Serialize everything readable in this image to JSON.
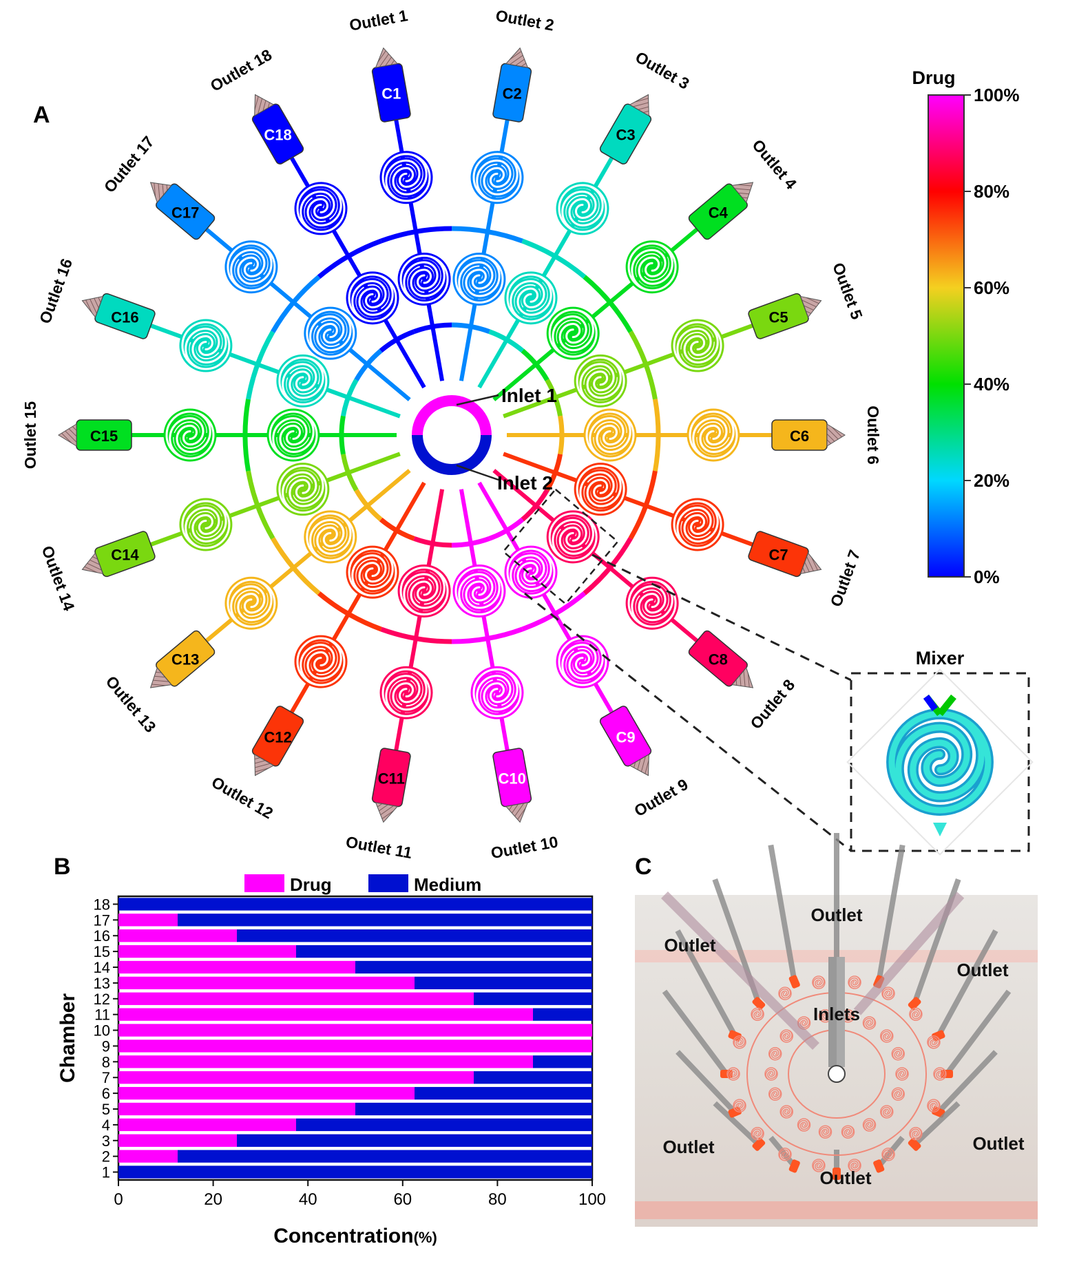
{
  "panel_labels": {
    "a": "A",
    "b": "B",
    "c": "C"
  },
  "chip": {
    "inlets": [
      "Inlet 1",
      "Inlet 2"
    ],
    "chambers": [
      {
        "id": "C1",
        "outlet": "Outlet 1",
        "drug": 0
      },
      {
        "id": "C2",
        "outlet": "Outlet 2",
        "drug": 12.5
      },
      {
        "id": "C3",
        "outlet": "Outlet 3",
        "drug": 25
      },
      {
        "id": "C4",
        "outlet": "Outlet 4",
        "drug": 37.5
      },
      {
        "id": "C5",
        "outlet": "Outlet 5",
        "drug": 50
      },
      {
        "id": "C6",
        "outlet": "Outlet 6",
        "drug": 62.5
      },
      {
        "id": "C7",
        "outlet": "Outlet 7",
        "drug": 75
      },
      {
        "id": "C8",
        "outlet": "Outlet 8",
        "drug": 87.5
      },
      {
        "id": "C9",
        "outlet": "Outlet 9",
        "drug": 100
      },
      {
        "id": "C10",
        "outlet": "Outlet 10",
        "drug": 100
      },
      {
        "id": "C11",
        "outlet": "Outlet 11",
        "drug": 87.5
      },
      {
        "id": "C12",
        "outlet": "Outlet 12",
        "drug": 75
      },
      {
        "id": "C13",
        "outlet": "Outlet 13",
        "drug": 62.5
      },
      {
        "id": "C14",
        "outlet": "Outlet 14",
        "drug": 50
      },
      {
        "id": "C15",
        "outlet": "Outlet 15",
        "drug": 37.5
      },
      {
        "id": "C16",
        "outlet": "Outlet 16",
        "drug": 25
      },
      {
        "id": "C17",
        "outlet": "Outlet 17",
        "drug": 12.5
      },
      {
        "id": "C18",
        "outlet": "Outlet 18",
        "drug": 0
      }
    ],
    "mixer_label": "Mixer"
  },
  "colorbar": {
    "title": "Drug",
    "ticks": [
      "100%",
      "80%",
      "60%",
      "40%",
      "20%",
      "0%"
    ],
    "tick_values": [
      100,
      80,
      60,
      40,
      20,
      0
    ]
  },
  "chart_data": {
    "type": "bar",
    "orientation": "horizontal",
    "stacked": true,
    "categories": [
      "1",
      "2",
      "3",
      "4",
      "5",
      "6",
      "7",
      "8",
      "9",
      "10",
      "11",
      "12",
      "13",
      "14",
      "15",
      "16",
      "17",
      "18"
    ],
    "series": [
      {
        "name": "Drug",
        "color": "#ff00ff",
        "values": [
          0,
          12.5,
          25,
          37.5,
          50,
          62.5,
          75,
          87.5,
          100,
          100,
          87.5,
          75,
          62.5,
          50,
          37.5,
          25,
          12.5,
          0
        ]
      },
      {
        "name": "Medium",
        "color": "#0010d0",
        "values": [
          100,
          87.5,
          75,
          62.5,
          50,
          37.5,
          25,
          12.5,
          0,
          0,
          12.5,
          25,
          37.5,
          50,
          62.5,
          75,
          87.5,
          100
        ]
      }
    ],
    "xlabel": "Concentration",
    "xlabel_unit": "(%)",
    "ylabel": "Chamber",
    "xlim": [
      0,
      100
    ],
    "xticks": [
      0,
      20,
      40,
      60,
      80,
      100
    ],
    "legend_position": "top"
  },
  "photo": {
    "labels": [
      "Outlet",
      "Outlet",
      "Outlet",
      "Inlets",
      "Outlet",
      "Outlet",
      "Outlet"
    ]
  },
  "colors": {
    "drug": "#ff00ff",
    "medium": "#0010d0",
    "background": "#ffffff"
  }
}
